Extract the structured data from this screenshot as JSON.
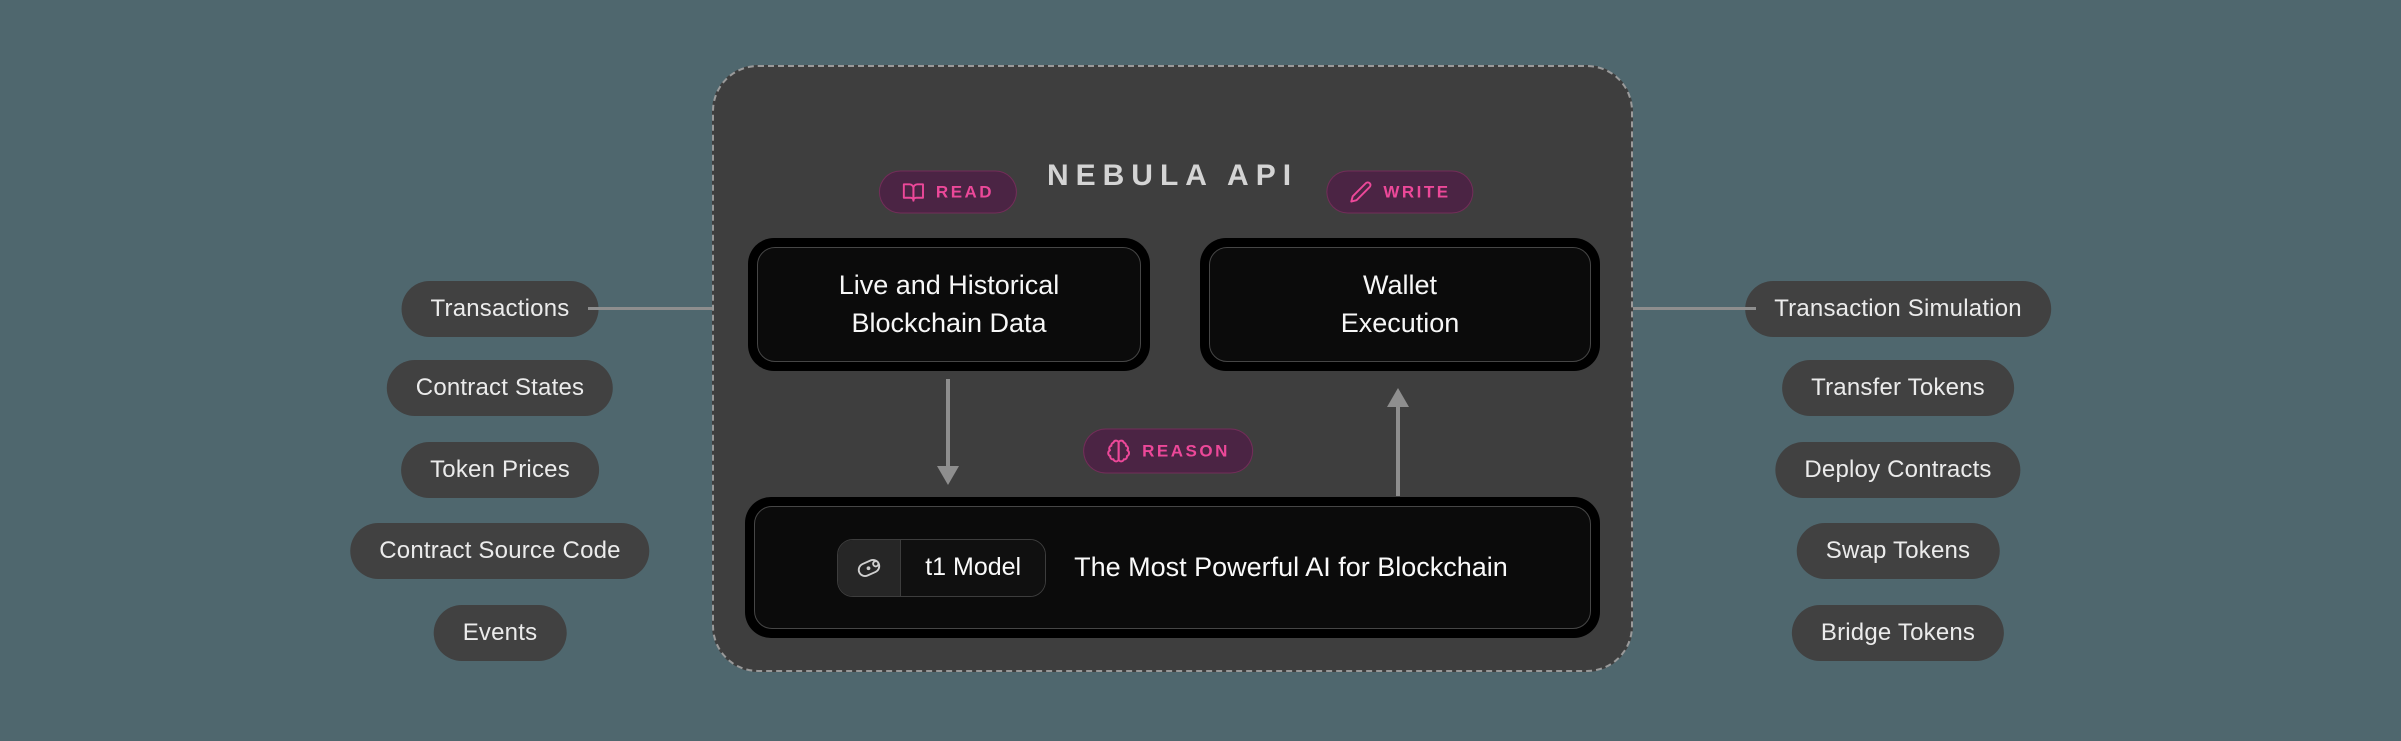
{
  "panel": {
    "title": "NEBULA API",
    "badges": {
      "read": {
        "label": "READ",
        "icon": "book-open-icon"
      },
      "write": {
        "label": "WRITE",
        "icon": "pencil-icon"
      },
      "reason": {
        "label": "REASON",
        "icon": "brain-icon"
      }
    },
    "nodes": {
      "read_node": {
        "line1": "Live and Historical",
        "line2": "Blockchain Data"
      },
      "write_node": {
        "line1": "Wallet",
        "line2": "Execution"
      },
      "model_node": {
        "chip_label": "t1 Model",
        "chip_icon": "t1-logo-icon",
        "description": "The Most Powerful AI for Blockchain"
      }
    }
  },
  "left_pills": [
    "Transactions",
    "Contract States",
    "Token Prices",
    "Contract Source Code",
    "Events"
  ],
  "right_pills": [
    "Transaction Simulation",
    "Transfer Tokens",
    "Deploy Contracts",
    "Swap Tokens",
    "Bridge Tokens"
  ],
  "theme": {
    "page_bg": "#4f676e",
    "panel_bg": "#3e3e3e",
    "panel_border": "#9a9a9a",
    "pill_bg": "#414141",
    "pill_text": "#ebebeb",
    "node_outer": "#000000",
    "node_bg": "#0b0b0b",
    "node_border": "#464646",
    "accent_pink": "#ec4899",
    "badge_bg": "#4b2444",
    "connector": "#8e8e8e",
    "title_color": "#d4d4d4"
  }
}
